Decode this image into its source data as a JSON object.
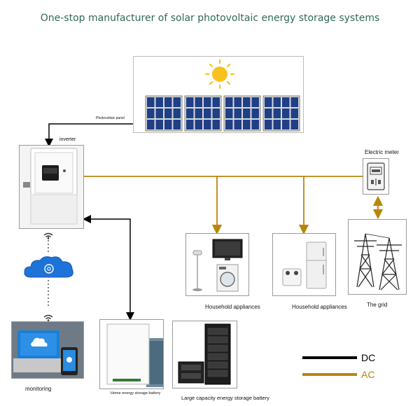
{
  "title": "One-stop manufacturer of solar photovoltaic energy storage systems",
  "labels": {
    "pv_panel": "Photovoltaic panel",
    "inverter": "inverter",
    "meter": "Electric meter",
    "appliances_1": "Household appliances",
    "appliances_2": "Household appliances",
    "grid": "The grid",
    "monitoring": "monitoring",
    "home_battery": "Home energy storage battery",
    "large_battery": "Large capacity energy storage battery"
  },
  "legend": [
    {
      "label": "DC",
      "color": "#000000"
    },
    {
      "label": "AC",
      "color": "#b8860b"
    }
  ],
  "colors": {
    "title": "#2f6b52",
    "ac_line": "#b8860b",
    "dc_line": "#000000",
    "panel_cell": "#1f3f86",
    "sun": "#f7c21e",
    "cloud": "#1e73d8"
  },
  "icons": {
    "sun": "sun-icon",
    "wifi": "wifi-icon",
    "cloud": "cloud-at-icon",
    "meter": "meter-icon",
    "pylon": "pylon-icon"
  }
}
